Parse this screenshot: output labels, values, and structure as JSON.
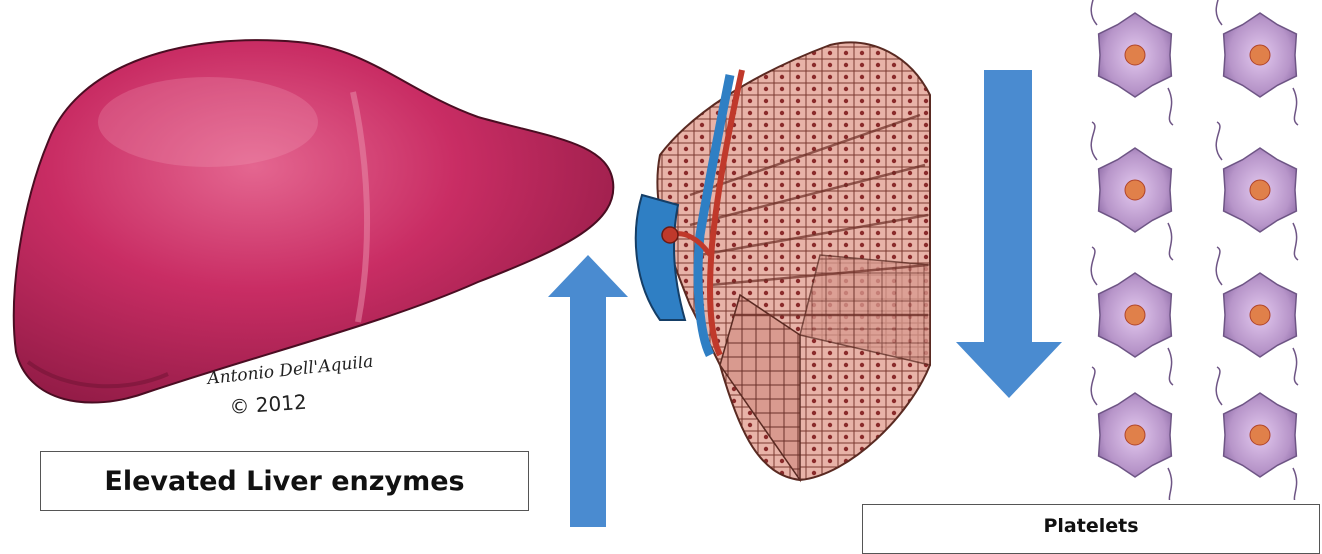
{
  "labels": {
    "left": "Elevated Liver enzymes",
    "right": "Platelets"
  },
  "signature": {
    "name": "Antonio Dell'Aquila",
    "copyright": "© 2012"
  },
  "arrows": {
    "left_direction": "up",
    "right_direction": "down"
  },
  "colors": {
    "liver": "#c2285e",
    "liver_highlight": "#e56a93",
    "arrow": "#4a8bd0",
    "vein": "#2f7fc4",
    "artery": "#c0392b",
    "hepatocyte": "#e6aaa0",
    "platelet": "#b795c9",
    "platelet_core": "#e0804a"
  },
  "platelet_count": 8
}
